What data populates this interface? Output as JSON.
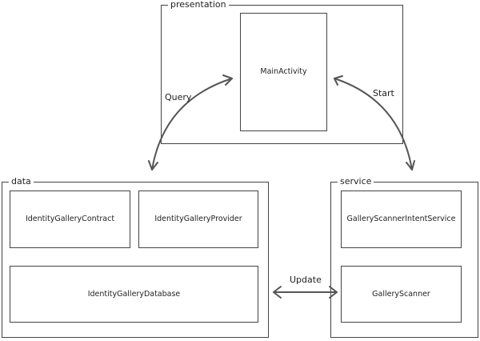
{
  "packages": {
    "presentation": "presentation",
    "data": "data",
    "service": "service"
  },
  "components": {
    "main_activity": "MainActivity",
    "identity_gallery_contract": "IdentityGalleryContract",
    "identity_gallery_provider": "IdentityGalleryProvider",
    "identity_gallery_database": "IdentityGalleryDatabase",
    "gallery_scanner_intent_service": "GalleryScannerIntentService",
    "gallery_scanner": "GalleryScanner"
  },
  "edges": {
    "query": "Query",
    "start": "Start",
    "update": "Update"
  }
}
